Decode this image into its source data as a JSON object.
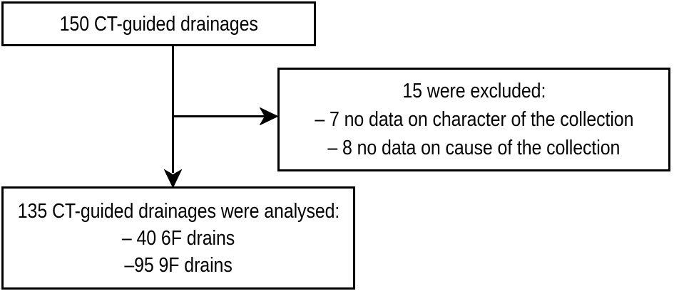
{
  "figure": {
    "type": "flowchart",
    "orientation": "top-down with one side branch",
    "background_color": "#ffffff",
    "stroke_color": "#000000"
  },
  "nodes": {
    "total": {
      "id": "total",
      "lines": [
        "150 CT-guided drainages"
      ]
    },
    "excluded": {
      "id": "excluded",
      "lines": [
        "15 were excluded:",
        "– 7 no data on character of the collection",
        "– 8 no data on cause of the collection"
      ]
    },
    "analysed": {
      "id": "analysed",
      "lines": [
        "135 CT-guided drainages were analysed:",
        "– 40 6F drains",
        "–95 9F drains"
      ]
    }
  },
  "connectors": [
    {
      "id": "total-to-analysed",
      "from": "total",
      "to": "analysed",
      "direction": "down",
      "arrowhead": "solid-triangle"
    },
    {
      "id": "total-to-excluded",
      "from": "total",
      "to": "excluded",
      "direction": "right",
      "arrowhead": "solid-triangle"
    }
  ],
  "counts": {
    "enrolled": 150,
    "excluded_total": 15,
    "excluded_no_character_data": 7,
    "excluded_no_cause_data": 8,
    "analysed_total": 135,
    "drains_6f": 40,
    "drains_9f": 95
  }
}
